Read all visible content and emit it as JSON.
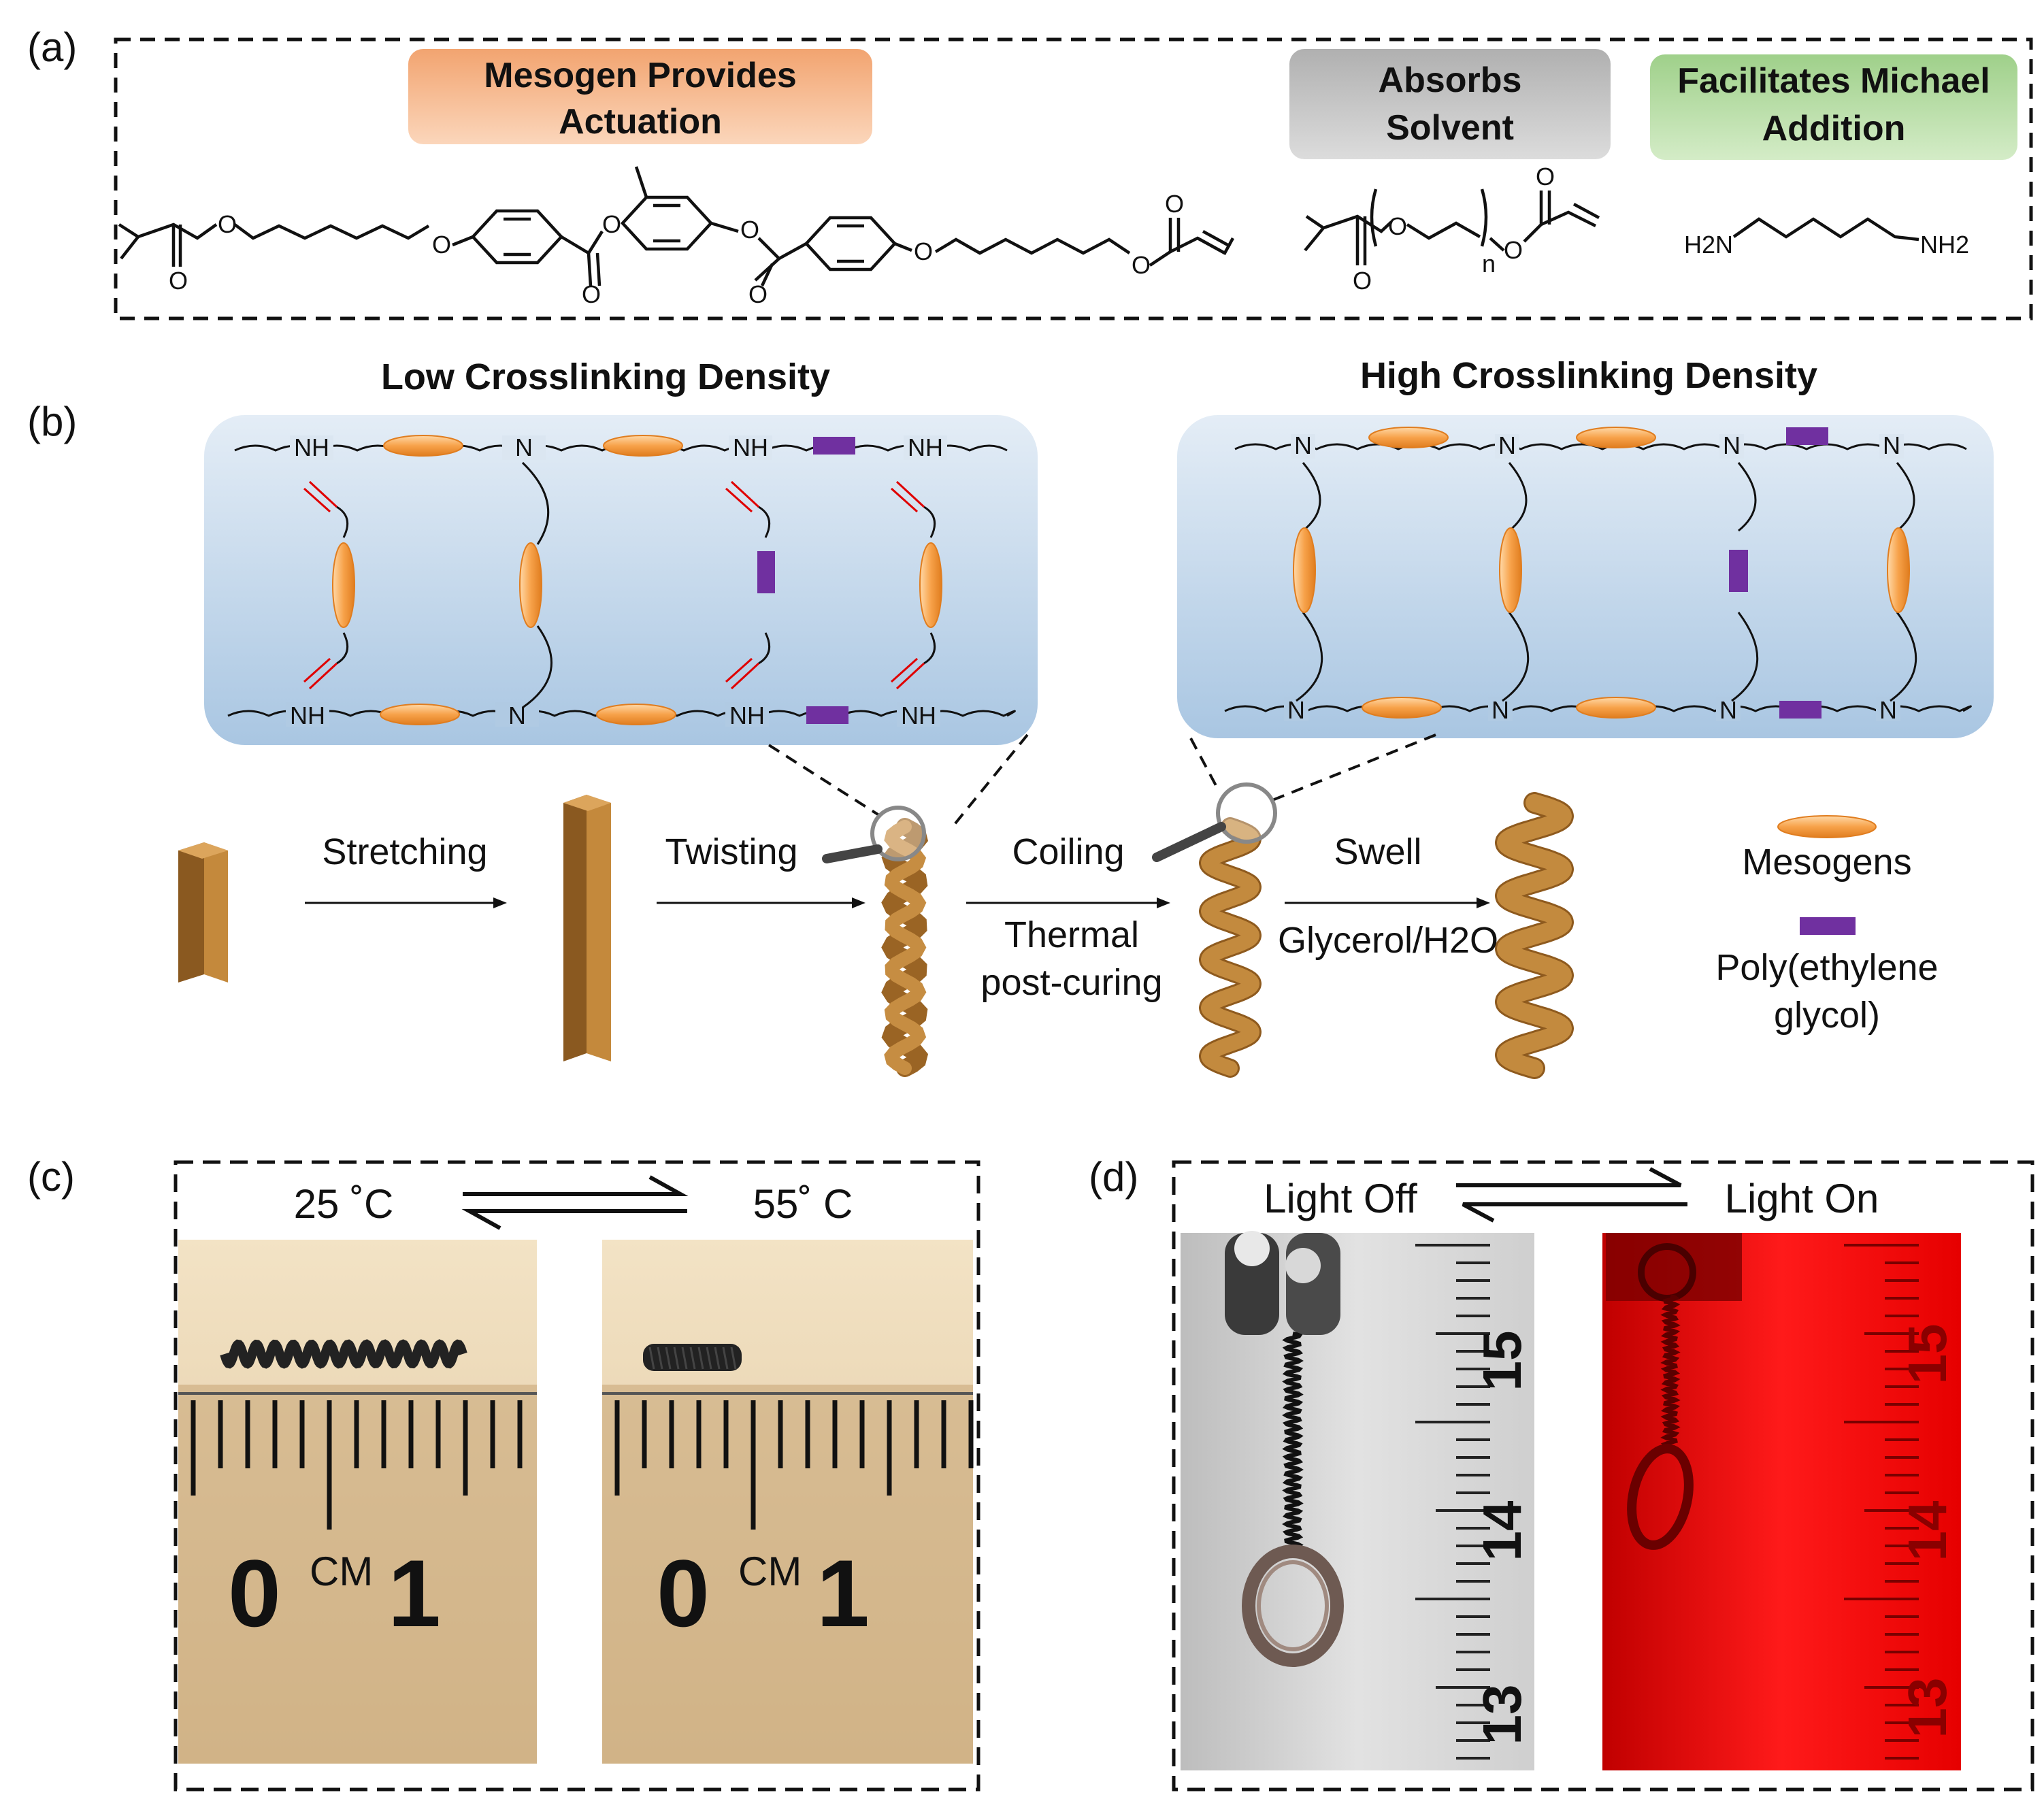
{
  "panel_labels": {
    "a": "(a)",
    "b": "(b)",
    "c": "(c)",
    "d": "(d)"
  },
  "panel_a": {
    "tags": [
      {
        "line1": "Mesogen Provides",
        "line2": "Actuation",
        "color": "#f5b98f"
      },
      {
        "line1": "Absorbs",
        "line2": "Solvent",
        "color": "#c8c8c8"
      },
      {
        "line1": "Facilitates Michael",
        "line2": "Addition",
        "color": "#b7dca0"
      }
    ],
    "atoms": {
      "O": "O",
      "n": "n",
      "h2n": "H2N",
      "nh2": "NH2"
    }
  },
  "panel_b": {
    "low_title": "Low Crosslinking Density",
    "high_title": "High Crosslinking Density",
    "nh": "NH",
    "n": "N",
    "steps": {
      "stretching": "Stretching",
      "twisting": "Twisting",
      "coiling": "Coiling",
      "thermal1": "Thermal",
      "thermal2": "post-curing",
      "swell": "Swell",
      "glycerol": "Glycerol/H2O"
    },
    "legend": {
      "mesogens": "Mesogens",
      "peg1": "Poly(ethylene",
      "peg2": "glycol)"
    },
    "colors": {
      "mesogen": "#f59a3c",
      "peg": "#7030a0",
      "fiber": "#b8782c",
      "double_bond": "#e00000"
    }
  },
  "panel_c": {
    "left_temp": "25 ˚C",
    "right_temp": "55˚ C",
    "ruler": {
      "zero": "0",
      "cm": "CM",
      "one": "1"
    }
  },
  "panel_d": {
    "left": "Light Off",
    "right": "Light On",
    "ruler": {
      "n15": "15",
      "n14": "14",
      "n13": "13"
    }
  }
}
